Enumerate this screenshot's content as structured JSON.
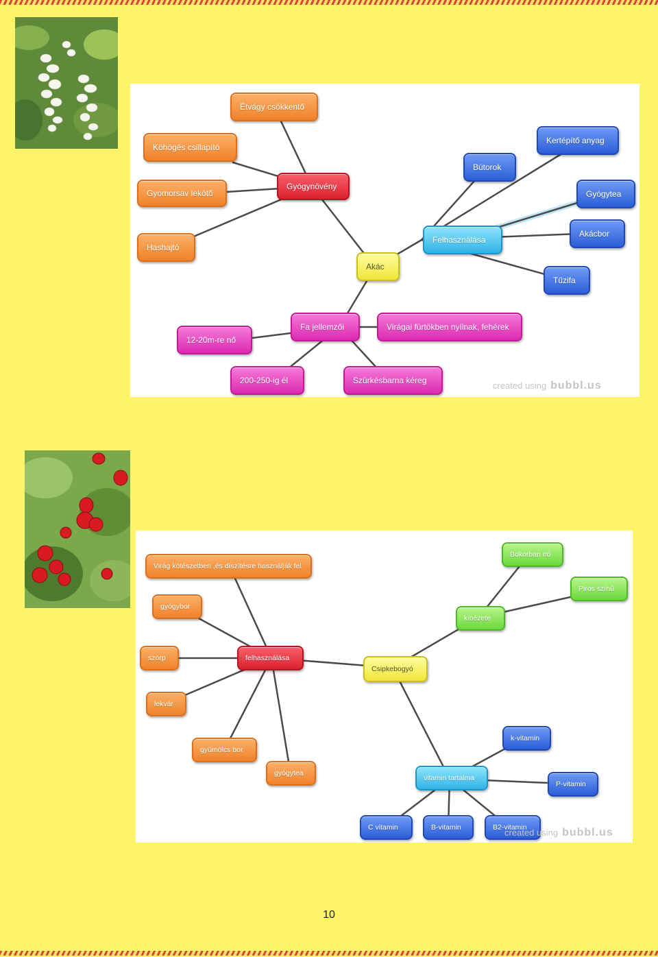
{
  "map1": {
    "root": "Akác",
    "gyogynoveny": {
      "label": "Gyógynövény",
      "children": [
        "Étvágy csökkentő",
        "Köhögés csillapító",
        "Gyomorsav lekötő",
        "Hashajtó"
      ]
    },
    "felhasznalasa": {
      "label": "Felhasználása",
      "children": [
        "Bútorok",
        "Kertépítő anyag",
        "Gyógytea",
        "Akácbor",
        "Tűzifa"
      ]
    },
    "fa_jellemzoi": {
      "label": "Fa jellemzői",
      "children": [
        "12-20m-re nő",
        "200-250-ig él",
        "Szürkésbarna kéreg",
        "Virágai fürtökben nyílnak, fehérek"
      ]
    }
  },
  "map2": {
    "root": "Csipkebogyó",
    "felhasznalasa": {
      "label": "felhasználása",
      "children": [
        "Virág kötészetben ,és díszítésre használják fel",
        "gyógybor",
        "szörp",
        "lekvár",
        "gyümölcs bor",
        "gyógytea"
      ]
    },
    "kinezete": {
      "label": "kinézete",
      "children": [
        "Bokorban nő",
        "Piros színű"
      ]
    },
    "vitamin_tartalma": {
      "label": "vitamin tartalma",
      "children": [
        "k-vitamin",
        "P-vitamin",
        "C vitamin",
        "B-vitamin",
        "B2-vitamin"
      ]
    }
  },
  "credit": {
    "text": "created using",
    "brand": "bubbl.us"
  },
  "page_number": "10",
  "colors": {
    "background": "#fef46a",
    "orange": "#f0822a",
    "red": "#dc2030",
    "pink": "#dc2ab2",
    "blue": "#2b5ed8",
    "cyan": "#30b4e8",
    "yellow": "#f0e638",
    "green": "#6cd83c"
  }
}
